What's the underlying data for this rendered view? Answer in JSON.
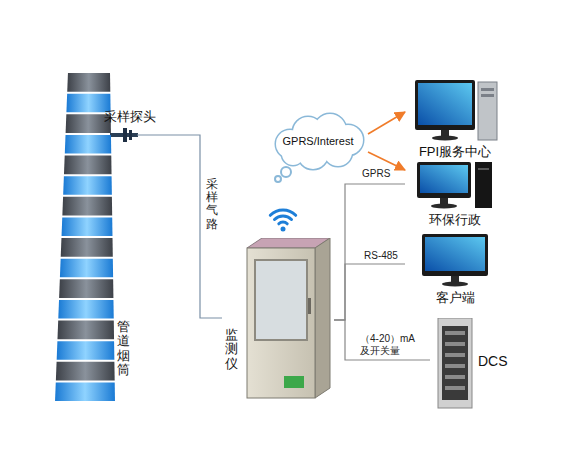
{
  "diagram": {
    "nodes": [
      {
        "text": [
          "管道烟筒"
        ]
      },
      {
        "text": [
          "GPRS/Interest"
        ]
      },
      {
        "text": [
          "监测仪"
        ]
      },
      {
        "text": [
          "FPI服务中心"
        ]
      },
      {
        "text": [
          "环保行政"
        ]
      },
      {
        "text": [
          "客户端"
        ]
      },
      {
        "text": [
          "DCS"
        ]
      }
    ],
    "edges": [
      {
        "from": 0,
        "to": 2,
        "arrow": "none",
        "label": "采样气路"
      },
      {
        "from": 1,
        "to": 3,
        "arrow": "to"
      },
      {
        "from": 1,
        "to": 4,
        "arrow": "to"
      },
      {
        "from": 2,
        "to": 4,
        "arrow": "none",
        "label": "GPRS"
      },
      {
        "from": 2,
        "to": 5,
        "arrow": "none",
        "label": "RS-485"
      },
      {
        "from": 2,
        "to": 6,
        "arrow": "none",
        "label": "（4-20）mA 及开关量"
      }
    ],
    "labels": [
      "采样探头"
    ]
  }
}
